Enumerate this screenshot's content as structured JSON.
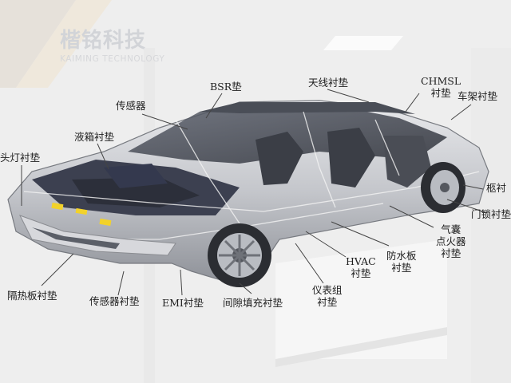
{
  "watermark": {
    "company_cn": "楷铭科技",
    "company_en": "KAIMING TECHNOLOGY"
  },
  "diagram": {
    "subject": "car cutaway",
    "colors": {
      "background": "#eeeeee",
      "label_text": "#1e1e1e",
      "leader_line": "#444444",
      "car_body": "#c9cbd0",
      "car_dark": "#3a3d44",
      "accent_yellow": "#f2d22a"
    },
    "labels": [
      {
        "id": "bsr",
        "lines": [
          "BSR垫"
        ]
      },
      {
        "id": "antenna",
        "lines": [
          "天线衬垫"
        ]
      },
      {
        "id": "chmsl",
        "lines": [
          "CHMSL",
          "衬垫"
        ]
      },
      {
        "id": "frame",
        "lines": [
          "车架衬垫"
        ]
      },
      {
        "id": "sensor",
        "lines": [
          "传感器"
        ]
      },
      {
        "id": "tank",
        "lines": [
          "液箱衬垫"
        ]
      },
      {
        "id": "headlamp",
        "lines": [
          "头灯衬垫"
        ]
      },
      {
        "id": "pillar",
        "lines": [
          "柩衬"
        ]
      },
      {
        "id": "doorlock",
        "lines": [
          "门锁衬垫"
        ]
      },
      {
        "id": "airbag",
        "lines": [
          "气囊",
          "点火器",
          "衬垫"
        ]
      },
      {
        "id": "waterproof",
        "lines": [
          "防水板",
          "衬垫"
        ]
      },
      {
        "id": "hvac",
        "lines": [
          "HVAC",
          "衬垫"
        ]
      },
      {
        "id": "instrument",
        "lines": [
          "仪表组",
          "衬垫"
        ]
      },
      {
        "id": "gap",
        "lines": [
          "间隙填充衬垫"
        ]
      },
      {
        "id": "emi",
        "lines": [
          "EMI衬垫"
        ]
      },
      {
        "id": "sensor_pad",
        "lines": [
          "传感器衬垫"
        ]
      },
      {
        "id": "heatshield",
        "lines": [
          "隔热板衬垫"
        ]
      }
    ]
  }
}
